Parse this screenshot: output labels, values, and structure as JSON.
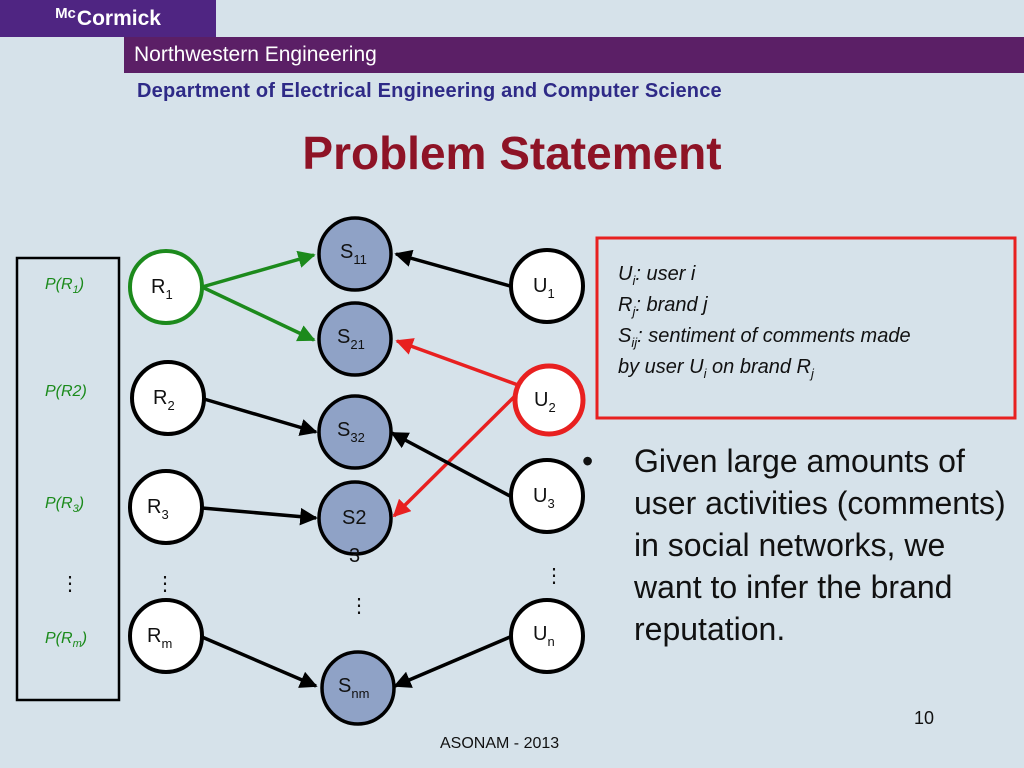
{
  "header": {
    "logo_prefix": "Mc",
    "logo_suffix": "Cormick",
    "bar_text": "Northwestern Engineering",
    "department": "Department of Electrical Engineering and Computer Science"
  },
  "slide": {
    "title": "Problem Statement",
    "page_number": "10",
    "footer": "ASONAM - 2013"
  },
  "diagram": {
    "priors": [
      {
        "base": "P(R",
        "sub": "1",
        "end": ")"
      },
      {
        "base": "P(R2)",
        "sub": "",
        "end": ""
      },
      {
        "base": "P(R",
        "sub": "3",
        "end": ")"
      },
      {
        "base": "P(R",
        "sub": "m",
        "end": ")"
      }
    ],
    "ellipsis": "⋮",
    "brands": [
      {
        "base": "R",
        "sub": "1"
      },
      {
        "base": "R",
        "sub": "2"
      },
      {
        "base": "R",
        "sub": "3"
      },
      {
        "base": "R",
        "sub": "m"
      }
    ],
    "sentiments": [
      {
        "base": "S",
        "sub": "11"
      },
      {
        "base": "S",
        "sub": "21"
      },
      {
        "base": "S",
        "sub": "32"
      },
      {
        "base": "S2",
        "sub": "",
        "extra": "3"
      },
      {
        "base": "S",
        "sub": "nm"
      }
    ],
    "users": [
      {
        "base": "U",
        "sub": "1"
      },
      {
        "base": "U",
        "sub": "2"
      },
      {
        "base": "U",
        "sub": "3"
      },
      {
        "base": "U",
        "sub": "n"
      }
    ],
    "colors": {
      "green": "#1c8a1c",
      "red": "#e82020",
      "node_fill": "#8fa2c6"
    }
  },
  "legend": {
    "line1_base": "U",
    "line1_sub": "i",
    "line1_text": ": user i",
    "line2_base": "R",
    "line2_sub": "j",
    "line2_text": ": brand j",
    "line3_base": "S",
    "line3_sub": "ij",
    "line3_text": ": sentiment of comments made",
    "line4_text": "by user U",
    "line4_sub": "i",
    "line4_mid": " on brand R",
    "line4_sub2": "j"
  },
  "bullet": {
    "symbol": "•",
    "text": "Given large amounts of user activities (comments) in social networks, we want to infer the brand reputation."
  }
}
